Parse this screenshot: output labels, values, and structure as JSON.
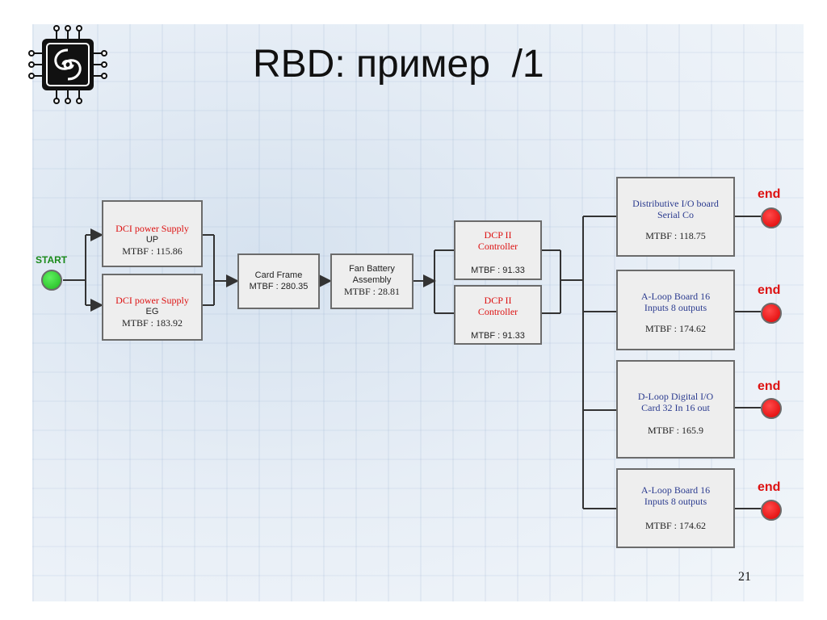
{
  "title": "RBD: пример  /1",
  "page_number": "21",
  "start_label": "START",
  "end_label": "end",
  "logo_icon": "chip-icon",
  "colors": {
    "block_fill": "#eeeeee",
    "block_border": "#6b6b6b",
    "start": "#2ccc2c",
    "end": "#e00000",
    "red_text": "#d11111",
    "blue_text": "#2b3b8f"
  },
  "blocks": {
    "ps_up": {
      "line1": "DCI power Supply",
      "line2": "UP",
      "mtbf": "MTBF : 115.86"
    },
    "ps_eg": {
      "line1": "DCI power Supply",
      "line2": "EG",
      "mtbf": "MTBF : 183.92"
    },
    "card_frame": {
      "line1": "Card Frame",
      "mtbf": "MTBF : 280.35"
    },
    "fan": {
      "line1": "Fan Battery",
      "line2": "Assembly",
      "mtbf": "MTBF : 28.81"
    },
    "dcp1": {
      "line1": "DCP II",
      "line2": "Controller",
      "mtbf": "MTBF : 91.33"
    },
    "dcp2": {
      "line1": "DCP II",
      "line2": "Controller",
      "mtbf": "MTBF : 91.33"
    },
    "dio": {
      "line1": "Distributive I/O board",
      "line2": "Serial Co",
      "mtbf": "MTBF : 118.75"
    },
    "aloop1": {
      "line1": "A-Loop Board 16",
      "line2": "Inputs 8 outputs",
      "mtbf": "MTBF : 174.62"
    },
    "dloop": {
      "line1": "D-Loop Digital I/O",
      "line2": "Card 32 In 16 out",
      "mtbf": "MTBF : 165.9"
    },
    "aloop2": {
      "line1": "A-Loop Board 16",
      "line2": "Inputs 8 outputs",
      "mtbf": "MTBF : 174.62"
    }
  }
}
